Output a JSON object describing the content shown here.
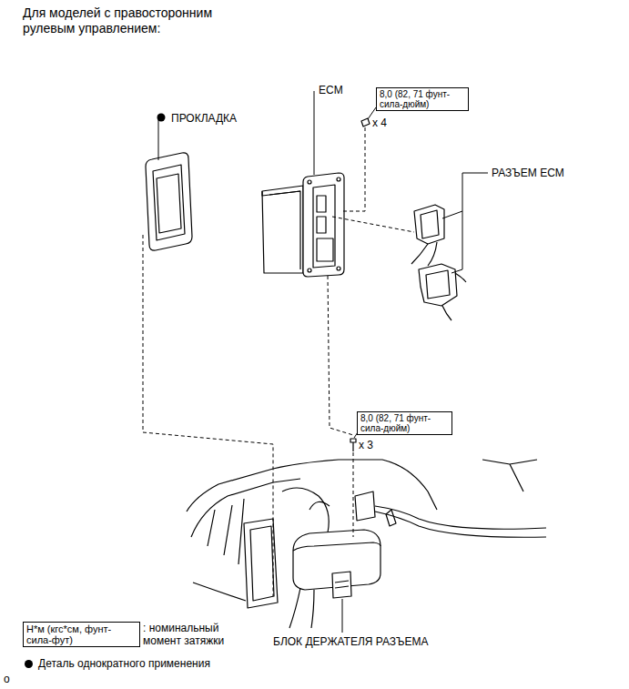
{
  "diagram": {
    "title": "Для моделей с правосторонним рулевым управлением:",
    "nodes": [
      {
        "text": [
          "8,0 (82, 71 фунт-сила-дюйм)"
        ]
      },
      {
        "text": [
          "8,0 (82, 71 фунт-сила-дюйм)"
        ]
      },
      {
        "text": [
          "Н*м (кгс*см, фунт-сила-фут)"
        ]
      }
    ],
    "labels": [
      "ПРОКЛАДКА",
      "ECM",
      "x 4",
      "РАЗЪЕМ ECM",
      "x 3",
      "БЛОК ДЕРЖАТЕЛЯ РАЗЪЕМА",
      "o"
    ],
    "legend": [
      {
        "text": ": номинальный момент затяжки"
      },
      {
        "text": "Деталь однократного применения"
      }
    ]
  }
}
